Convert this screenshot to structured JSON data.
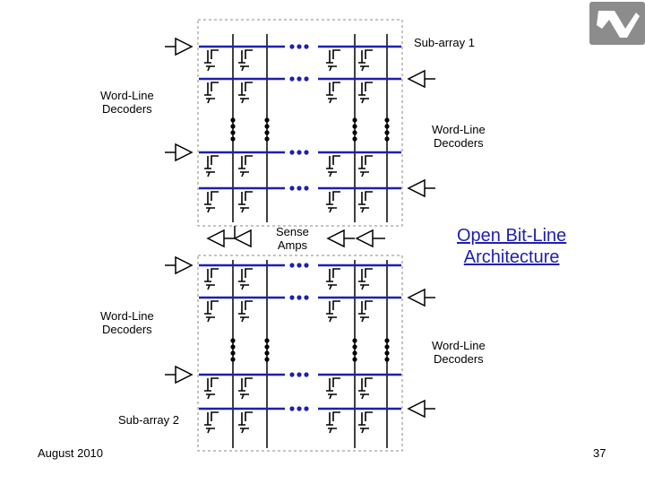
{
  "labels": {
    "subarray1": "Sub-array 1",
    "subarray2": "Sub-array 2",
    "wld_left_top": "Word-Line\nDecoders",
    "wld_right_top": "Word-Line\nDecoders",
    "wld_left_bottom": "Word-Line\nDecoders",
    "wld_right_bottom": "Word-Line\nDecoders",
    "sense_amps": "Sense\nAmps"
  },
  "title": "Open Bit-Line\nArchitecture",
  "footer": {
    "date": "August 2010",
    "page": "37"
  },
  "colors": {
    "wordline": "#1f1fb0",
    "title": "#1f1fb0",
    "logo_bg": "#8c8c8c"
  },
  "logo": {
    "icon": "university-logo-icon"
  }
}
